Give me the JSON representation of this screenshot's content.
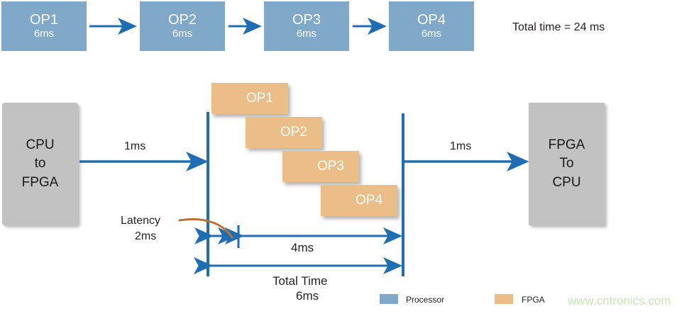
{
  "sequential_row": {
    "boxes": [
      {
        "label": "OP1",
        "time": "6ms"
      },
      {
        "label": "OP2",
        "time": "6ms"
      },
      {
        "label": "OP3",
        "time": "6ms"
      },
      {
        "label": "OP4",
        "time": "6ms"
      }
    ],
    "total_time_label": "Total time = 24 ms"
  },
  "pipeline": {
    "source_block": "CPU\nto\nFPGA",
    "source_line1": "CPU",
    "source_line2": "to",
    "source_line3": "FPGA",
    "dest_line1": "FPGA",
    "dest_line2": "To",
    "dest_line3": "CPU",
    "transfer_in_label": "1ms",
    "transfer_out_label": "1ms",
    "ops": [
      {
        "label": "OP1"
      },
      {
        "label": "OP2"
      },
      {
        "label": "OP3"
      },
      {
        "label": "OP4"
      }
    ],
    "latency_label_line1": "Latency",
    "latency_label_line2": "2ms",
    "span_4ms": "4ms",
    "total_time_line1": "Total Time",
    "total_time_line2": "6ms"
  },
  "legend": {
    "items": [
      {
        "label": "Processor",
        "color": "#7FA8C9"
      },
      {
        "label": "FPGA",
        "color": "#EABE86"
      }
    ]
  },
  "watermark": "www.cntronics.com",
  "colors": {
    "processor_blue": "#7FA8C9",
    "fpga_orange": "#EABE86",
    "arrow_blue": "#1F6EB4",
    "grey_block": "#C2C2C2",
    "latency_leader": "#B87333",
    "watermark_green": "#C9E6B4"
  }
}
